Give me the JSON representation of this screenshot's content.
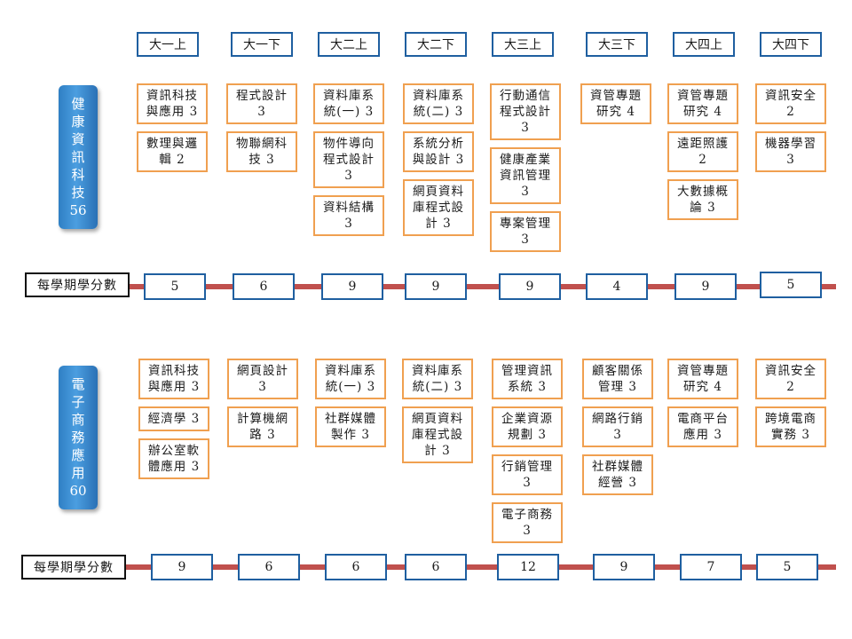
{
  "semesters": [
    "大一上",
    "大一下",
    "大二上",
    "大二下",
    "大三上",
    "大三下",
    "大四上",
    "大四下"
  ],
  "programs": [
    {
      "name_chars": [
        "健",
        "康",
        "資",
        "訊",
        "科",
        "技"
      ],
      "total": "56",
      "credits_label": "每學期學分數",
      "credits": [
        "5",
        "6",
        "9",
        "9",
        "9",
        "4",
        "9",
        "5"
      ],
      "courses": [
        [
          "資訊科技與應用 3",
          "數理與邏輯 2"
        ],
        [
          "程式設計 3",
          "物聯網科技 3"
        ],
        [
          "資料庫系統(一) 3",
          "物件導向程式設計 3",
          "資料結構 3"
        ],
        [
          "資料庫系統(二) 3",
          "系統分析與設計 3",
          "網頁資料庫程式設計 3"
        ],
        [
          "行動通信程式設計 3",
          "健康產業資訊管理 3",
          "專案管理 3"
        ],
        [
          "資管專題研究 4"
        ],
        [
          "資管專題研究 4",
          "遠距照護 2",
          "大數據概論 3"
        ],
        [
          "資訊安全 2",
          "機器學習 3"
        ]
      ]
    },
    {
      "name_chars": [
        "電",
        "子",
        "商",
        "務",
        "應",
        "用"
      ],
      "total": "60",
      "credits_label": "每學期學分數",
      "credits": [
        "9",
        "6",
        "6",
        "6",
        "12",
        "9",
        "7",
        "5"
      ],
      "courses": [
        [
          "資訊科技與應用 3",
          "經濟學 3",
          "辦公室軟體應用 3"
        ],
        [
          "網頁設計 3",
          "計算機網路 3"
        ],
        [
          "資料庫系統(一) 3",
          "社群媒體製作 3"
        ],
        [
          "資料庫系統(二) 3",
          "網頁資料庫程式設計 3"
        ],
        [
          "管理資訊系統 3",
          "企業資源規劃 3",
          "行銷管理 3",
          "電子商務 3"
        ],
        [
          "顧客關係管理 3",
          "網路行銷 3",
          "社群媒體經營 3"
        ],
        [
          "資管專題研究 4",
          "電商平台應用 3"
        ],
        [
          "資訊安全 2",
          "跨境電商實務 3"
        ]
      ]
    }
  ]
}
